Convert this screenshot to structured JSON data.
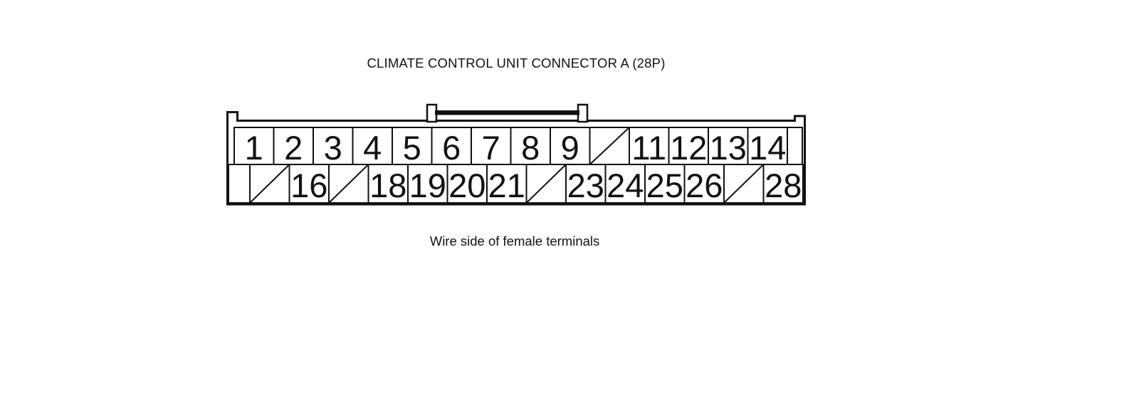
{
  "title": "CLIMATE CONTROL UNIT CONNECTOR A (28P)",
  "caption": "Wire side of female terminals",
  "colors": {
    "ink": "#111111",
    "background": "#ffffff"
  },
  "connector": {
    "rows": [
      {
        "cells": [
          {
            "label": "1"
          },
          {
            "label": "2"
          },
          {
            "label": "3"
          },
          {
            "label": "4"
          },
          {
            "label": "5"
          },
          {
            "label": "6"
          },
          {
            "label": "7"
          },
          {
            "label": "8"
          },
          {
            "label": "9"
          },
          {
            "type": "slash"
          },
          {
            "label": "11"
          },
          {
            "label": "12"
          },
          {
            "label": "13"
          },
          {
            "label": "14"
          },
          {
            "type": "blank",
            "w": 21
          }
        ]
      },
      {
        "cells": [
          {
            "type": "blank",
            "w": 30
          },
          {
            "type": "slash"
          },
          {
            "label": "16"
          },
          {
            "type": "slash"
          },
          {
            "label": "18"
          },
          {
            "label": "19"
          },
          {
            "label": "20"
          },
          {
            "label": "21"
          },
          {
            "type": "slash"
          },
          {
            "label": "23"
          },
          {
            "label": "24"
          },
          {
            "label": "25"
          },
          {
            "label": "26"
          },
          {
            "type": "slash"
          },
          {
            "label": "28"
          }
        ]
      }
    ]
  }
}
